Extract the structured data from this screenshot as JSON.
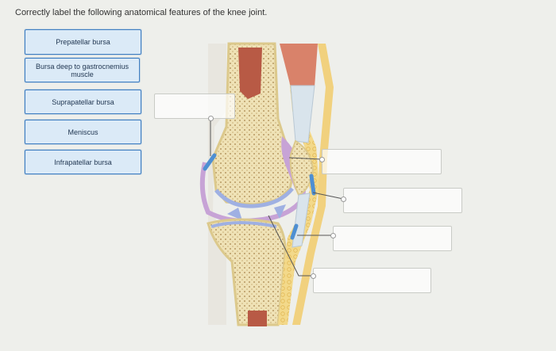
{
  "instructions": "Correctly label the following anatomical features of the knee joint.",
  "labels": [
    {
      "text": "Prepatellar bursa"
    },
    {
      "text": "Bursa deep to gastrocnemius muscle"
    },
    {
      "text": "Suprapatellar bursa"
    },
    {
      "text": "Meniscus"
    },
    {
      "text": "Infrapatellar bursa"
    }
  ],
  "colors": {
    "background": "#eeefeb",
    "label_fill": "#dbeaf7",
    "label_border": "#3f7ec2",
    "bone": "#f2e9c2",
    "cartilage": "#9fb0e2",
    "bursa": "#c7a3d6",
    "marrow": "#b85a45",
    "ligament": "#d9e4ec",
    "muscle": "#d9826a"
  }
}
